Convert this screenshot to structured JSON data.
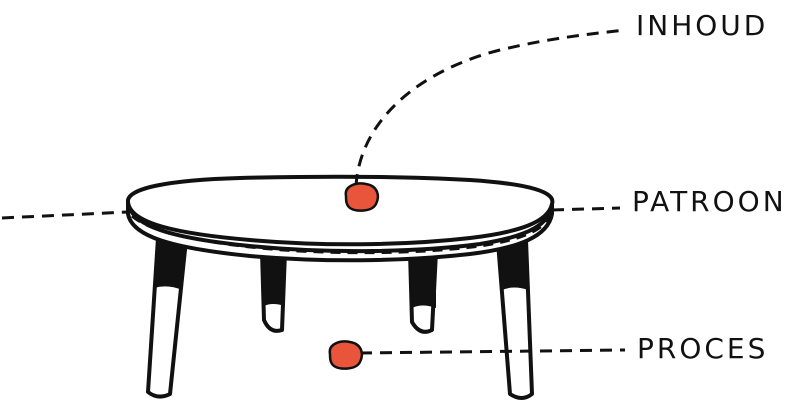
{
  "labels": {
    "inhoud": "INHOUD",
    "patroon": "PATROON",
    "proces": "PROCES"
  },
  "colors": {
    "ink": "#111111",
    "dot": "#e8553a",
    "background": "#ffffff"
  },
  "icons": {
    "table": "table-icon",
    "content_dot": "dot-icon",
    "process_dot": "dot-icon"
  }
}
